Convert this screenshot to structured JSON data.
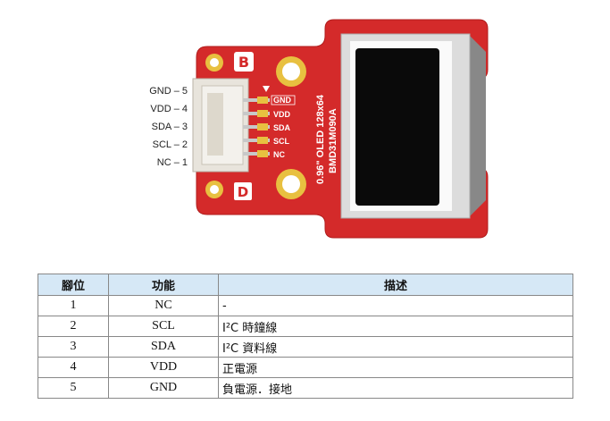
{
  "board": {
    "brand_letter": "B",
    "pcb_side_letter": "D",
    "model_line1": "0.96\" OLED 128x64",
    "model_line2": "BMD31M090A",
    "pads": [
      "GND",
      "VDD",
      "SDA",
      "SCL",
      "NC"
    ]
  },
  "pin_labels": [
    "GND – 5",
    "VDD – 4",
    "SDA – 3",
    "SCL – 2",
    "NC – 1"
  ],
  "table": {
    "headers": [
      "腳位",
      "功能",
      "描述"
    ],
    "rows": [
      {
        "pin": "1",
        "func": "NC",
        "desc": "-"
      },
      {
        "pin": "2",
        "func": "SCL",
        "desc": "I²C 時鐘線"
      },
      {
        "pin": "3",
        "func": "SDA",
        "desc": "I²C 資料線"
      },
      {
        "pin": "4",
        "func": "VDD",
        "desc": "正電源"
      },
      {
        "pin": "5",
        "func": "GND",
        "desc": "負電源．接地"
      }
    ]
  },
  "colors": {
    "pcb": "#d42a2a",
    "pcb_edge": "#b01e1e",
    "gold": "#e8c040",
    "header_bg": "#d6e8f6"
  }
}
